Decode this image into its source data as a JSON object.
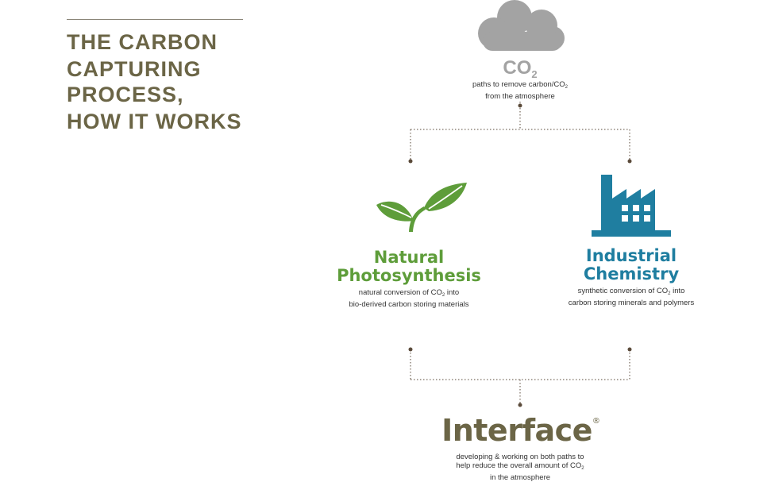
{
  "header": {
    "title_lines": [
      "THE CARBON",
      "CAPTURING",
      "PROCESS,",
      "HOW IT WORKS"
    ]
  },
  "co2": {
    "label_main": "CO",
    "label_sub": "2",
    "desc_line1_pre": "paths to remove carbon/CO",
    "desc_line1_sub": "2",
    "desc_line2": "from the atmosphere",
    "icon": "cloud-icon"
  },
  "natural": {
    "title_line1": "Natural",
    "title_line2": "Photosynthesis",
    "desc_line1_pre": "natural conversion of CO",
    "desc_line1_sub": "2",
    "desc_line1_post": " into",
    "desc_line2": "bio-derived carbon storing materials",
    "icon": "leaf-sprout-icon"
  },
  "industrial": {
    "title_line1": "Industrial",
    "title_line2": "Chemistry",
    "desc_line1_pre": "synthetic conversion of CO",
    "desc_line1_sub": "2",
    "desc_line1_post": "  into",
    "desc_line2": "carbon storing  minerals and polymers",
    "icon": "factory-icon"
  },
  "interface": {
    "brand": "Interface",
    "registered": "®",
    "desc_line1": "developing & working on both paths to",
    "desc_line2_pre": "help reduce the overall amount of CO",
    "desc_line2_sub": "2",
    "desc_line3": "in the atmosphere"
  },
  "colors": {
    "olive": "#6b6546",
    "green": "#5e9d3a",
    "teal": "#1f7ea0",
    "cloud_gray": "#a3a3a3",
    "connector": "#5a4a3a"
  }
}
